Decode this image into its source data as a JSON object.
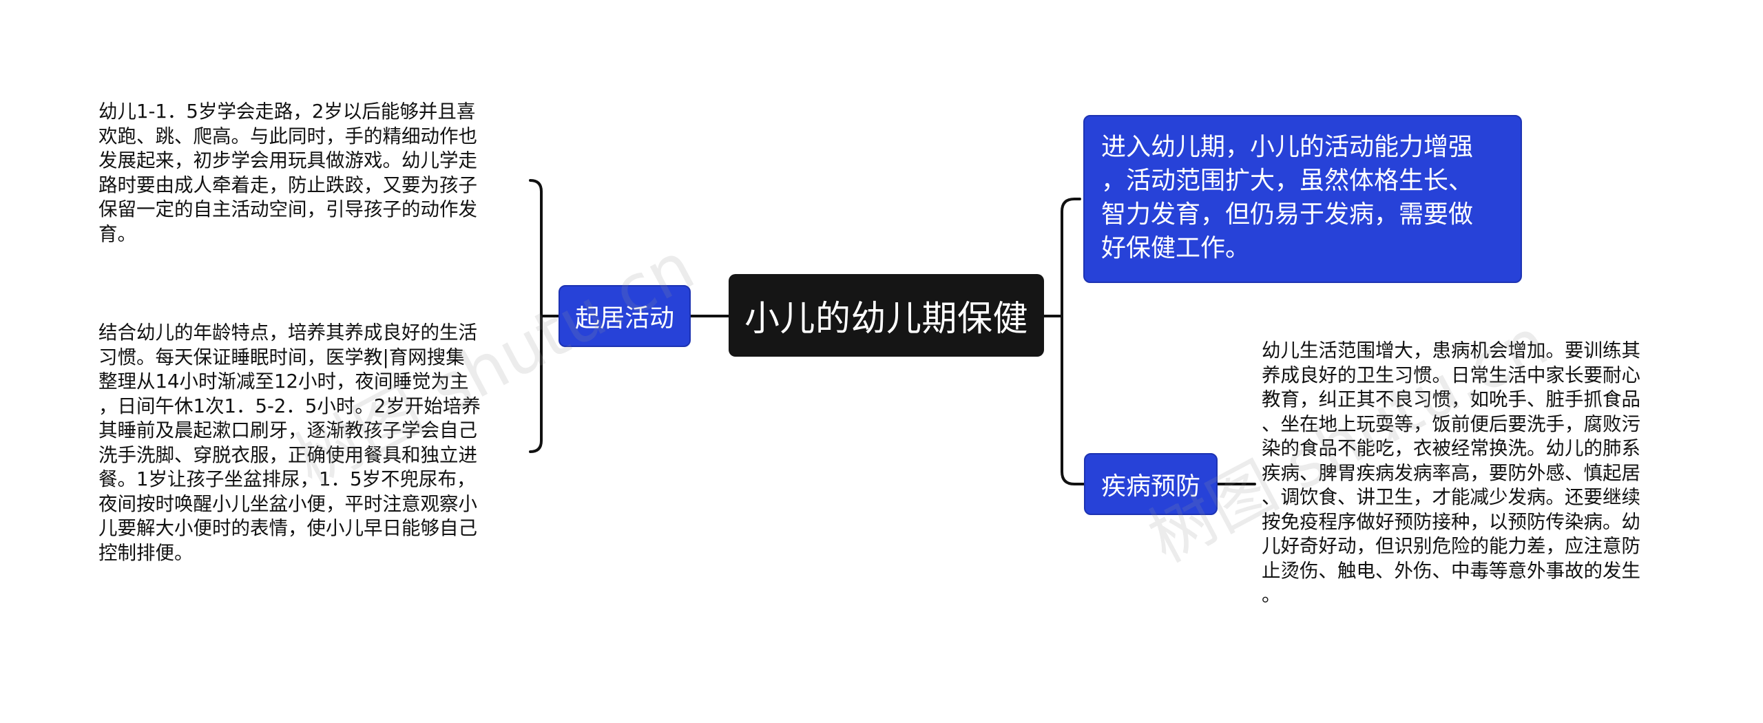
{
  "root": {
    "label": "小儿的幼儿期保健"
  },
  "intro": {
    "text": "进入幼儿期，小儿的活动能力增强\n，活动范围扩大，虽然体格生长、\n智力发育，但仍易于发病，需要做\n好保健工作。"
  },
  "branch_qiju": {
    "label": "起居活动",
    "items": [
      {
        "text": "幼儿1-1．5岁学会走路，2岁以后能够并且喜\n欢跑、跳、爬高。与此同时，手的精细动作也\n发展起来，初步学会用玩具做游戏。幼儿学走\n路时要由成人牵着走，防止跌跤，又要为孩子\n保留一定的自主活动空间，引导孩子的动作发\n育。"
      },
      {
        "text": "结合幼儿的年龄特点，培养其养成良好的生活\n习惯。每天保证睡眠时间，医学教|育网搜集\n整理从14小时渐减至12小时，夜间睡觉为主\n，日间午休1次1．5-2．5小时。2岁开始培养\n其睡前及晨起漱口刷牙，逐渐教孩子学会自己\n洗手洗脚、穿脱衣服，正确使用餐具和独立进\n餐。1岁让孩子坐盆排尿，1．5岁不兜尿布，\n夜间按时唤醒小儿坐盆小便，平时注意观察小\n儿要解大小便时的表情，使小儿早日能够自己\n控制排便。"
      }
    ]
  },
  "branch_jibing": {
    "label": "疾病预防",
    "items": [
      {
        "text": "幼儿生活范围增大，患病机会增加。要训练其\n养成良好的卫生习惯。日常生活中家长要耐心\n教育，纠正其不良习惯，如吮手、脏手抓食品\n、坐在地上玩耍等，饭前便后要洗手，腐败污\n染的食品不能吃，衣被经常换洗。幼儿的肺系\n疾病、脾胃疾病发病率高，要防外感、慎起居\n、调饮食、讲卫生，才能减少发病。还要继续\n按免疫程序做好预防接种，以预防传染病。幼\n儿好奇好动，但识别危险的能力差，应注意防\n止烫伤、触电、外伤、中毒等意外事故的发生\n。"
      }
    ]
  },
  "watermarks": [
    "树图 shutu.cn",
    "树图 shutu.cn"
  ],
  "colors": {
    "root_bg": "#151515",
    "branch_bg": "#2742d8",
    "line": "#111111"
  }
}
